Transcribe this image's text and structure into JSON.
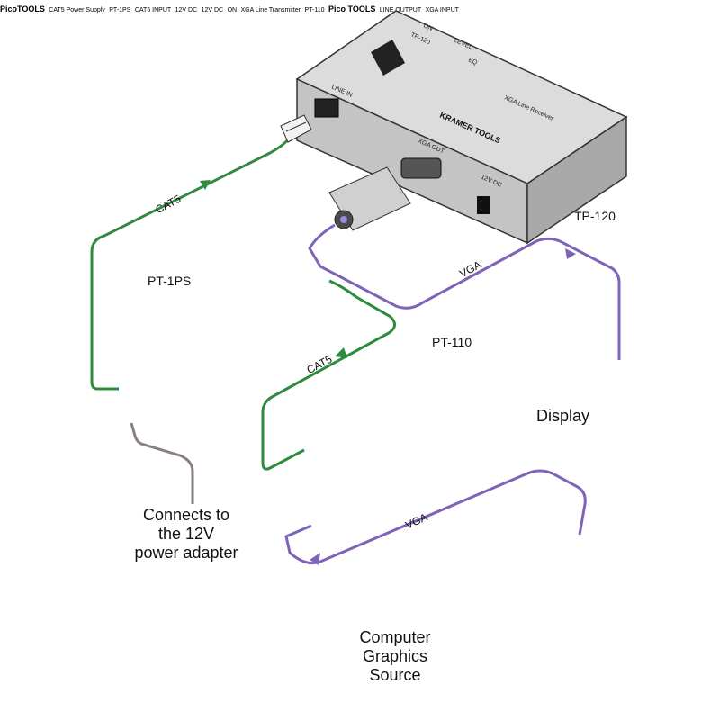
{
  "devices": {
    "receiver": {
      "label": "TP-120",
      "brand": "KRAMER TOOLS",
      "subtitle": "XGA Line Receiver",
      "model": "TP-120",
      "port_line_in": "LINE IN",
      "port_xga_out": "XGA OUT",
      "port_power": "12V DC",
      "led_on": "ON",
      "led_level": "LEVEL",
      "led_eq": "EQ"
    },
    "power_supply": {
      "label": "PT-1PS",
      "brand": "PicoTOOLS",
      "subtitle": "CAT5 Power Supply",
      "model": "PT-1PS",
      "port_cat5": "CAT5 INPUT",
      "port_power": "12V DC"
    },
    "transmitter": {
      "label": "PT-110",
      "brand": "Pico TOOLS",
      "subtitle": "XGA Line Transmitter",
      "model": "PT-110",
      "port_line_output": "LINE OUTPUT",
      "port_xga_input": "XGA INPUT",
      "port_power": "12V DC",
      "led_on": "ON"
    }
  },
  "cables": {
    "cat5_top": "CAT5",
    "cat5_middle": "CAT5",
    "vga_top": "VGA",
    "vga_bottom": "VGA"
  },
  "labels": {
    "display": "Display",
    "power_note_line1": "Connects to",
    "power_note_line2": "the 12V",
    "power_note_line3": "power adapter",
    "source_line1": "Computer",
    "source_line2": "Graphics",
    "source_line3": "Source"
  },
  "colors": {
    "cat5_cable": "#2e8b3e",
    "vga_cable": "#7f63b8",
    "power_cable": "#8a7f80",
    "device_body": "#c9c9c9",
    "screen": "#1a6fe0"
  }
}
